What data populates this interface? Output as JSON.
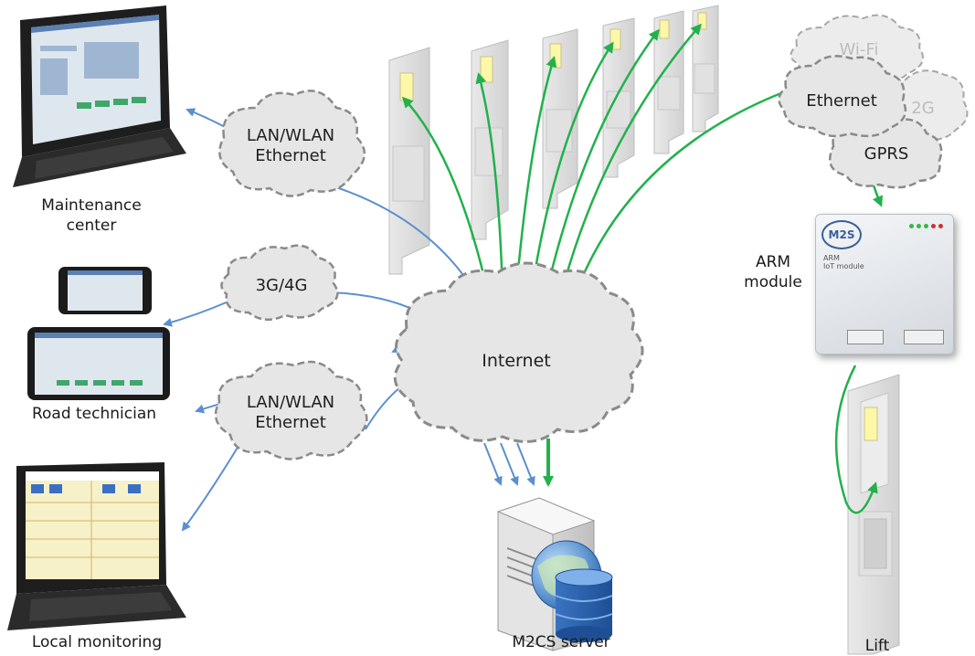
{
  "labels": {
    "maintenance_center_line1": "Maintenance",
    "maintenance_center_line2": "center",
    "road_technician": "Road technician",
    "local_monitoring": "Local monitoring",
    "m2cs_server": "M2CS server",
    "lift": "Lift",
    "arm_module_line1": "ARM",
    "arm_module_line2": "module"
  },
  "clouds": {
    "lan_wlan_top_line1": "LAN/WLAN",
    "lan_wlan_top_line2": "Ethernet",
    "mobile": "3G/4G",
    "lan_wlan_bottom_line1": "LAN/WLAN",
    "lan_wlan_bottom_line2": "Ethernet",
    "internet": "Internet",
    "wifi": "Wi-Fi",
    "ethernet": "Ethernet",
    "g2": "2G",
    "gprs": "GPRS"
  },
  "module": {
    "logo": "M2S",
    "title_line1": "ARM",
    "title_line2": "IoT module"
  },
  "colors": {
    "blue_link": "#5b8fd0",
    "green_link": "#22b14c",
    "cloud_fill": "#e6e6e6",
    "cloud_stroke": "#8a8a8a",
    "lift_window": "#fdf7a8"
  }
}
